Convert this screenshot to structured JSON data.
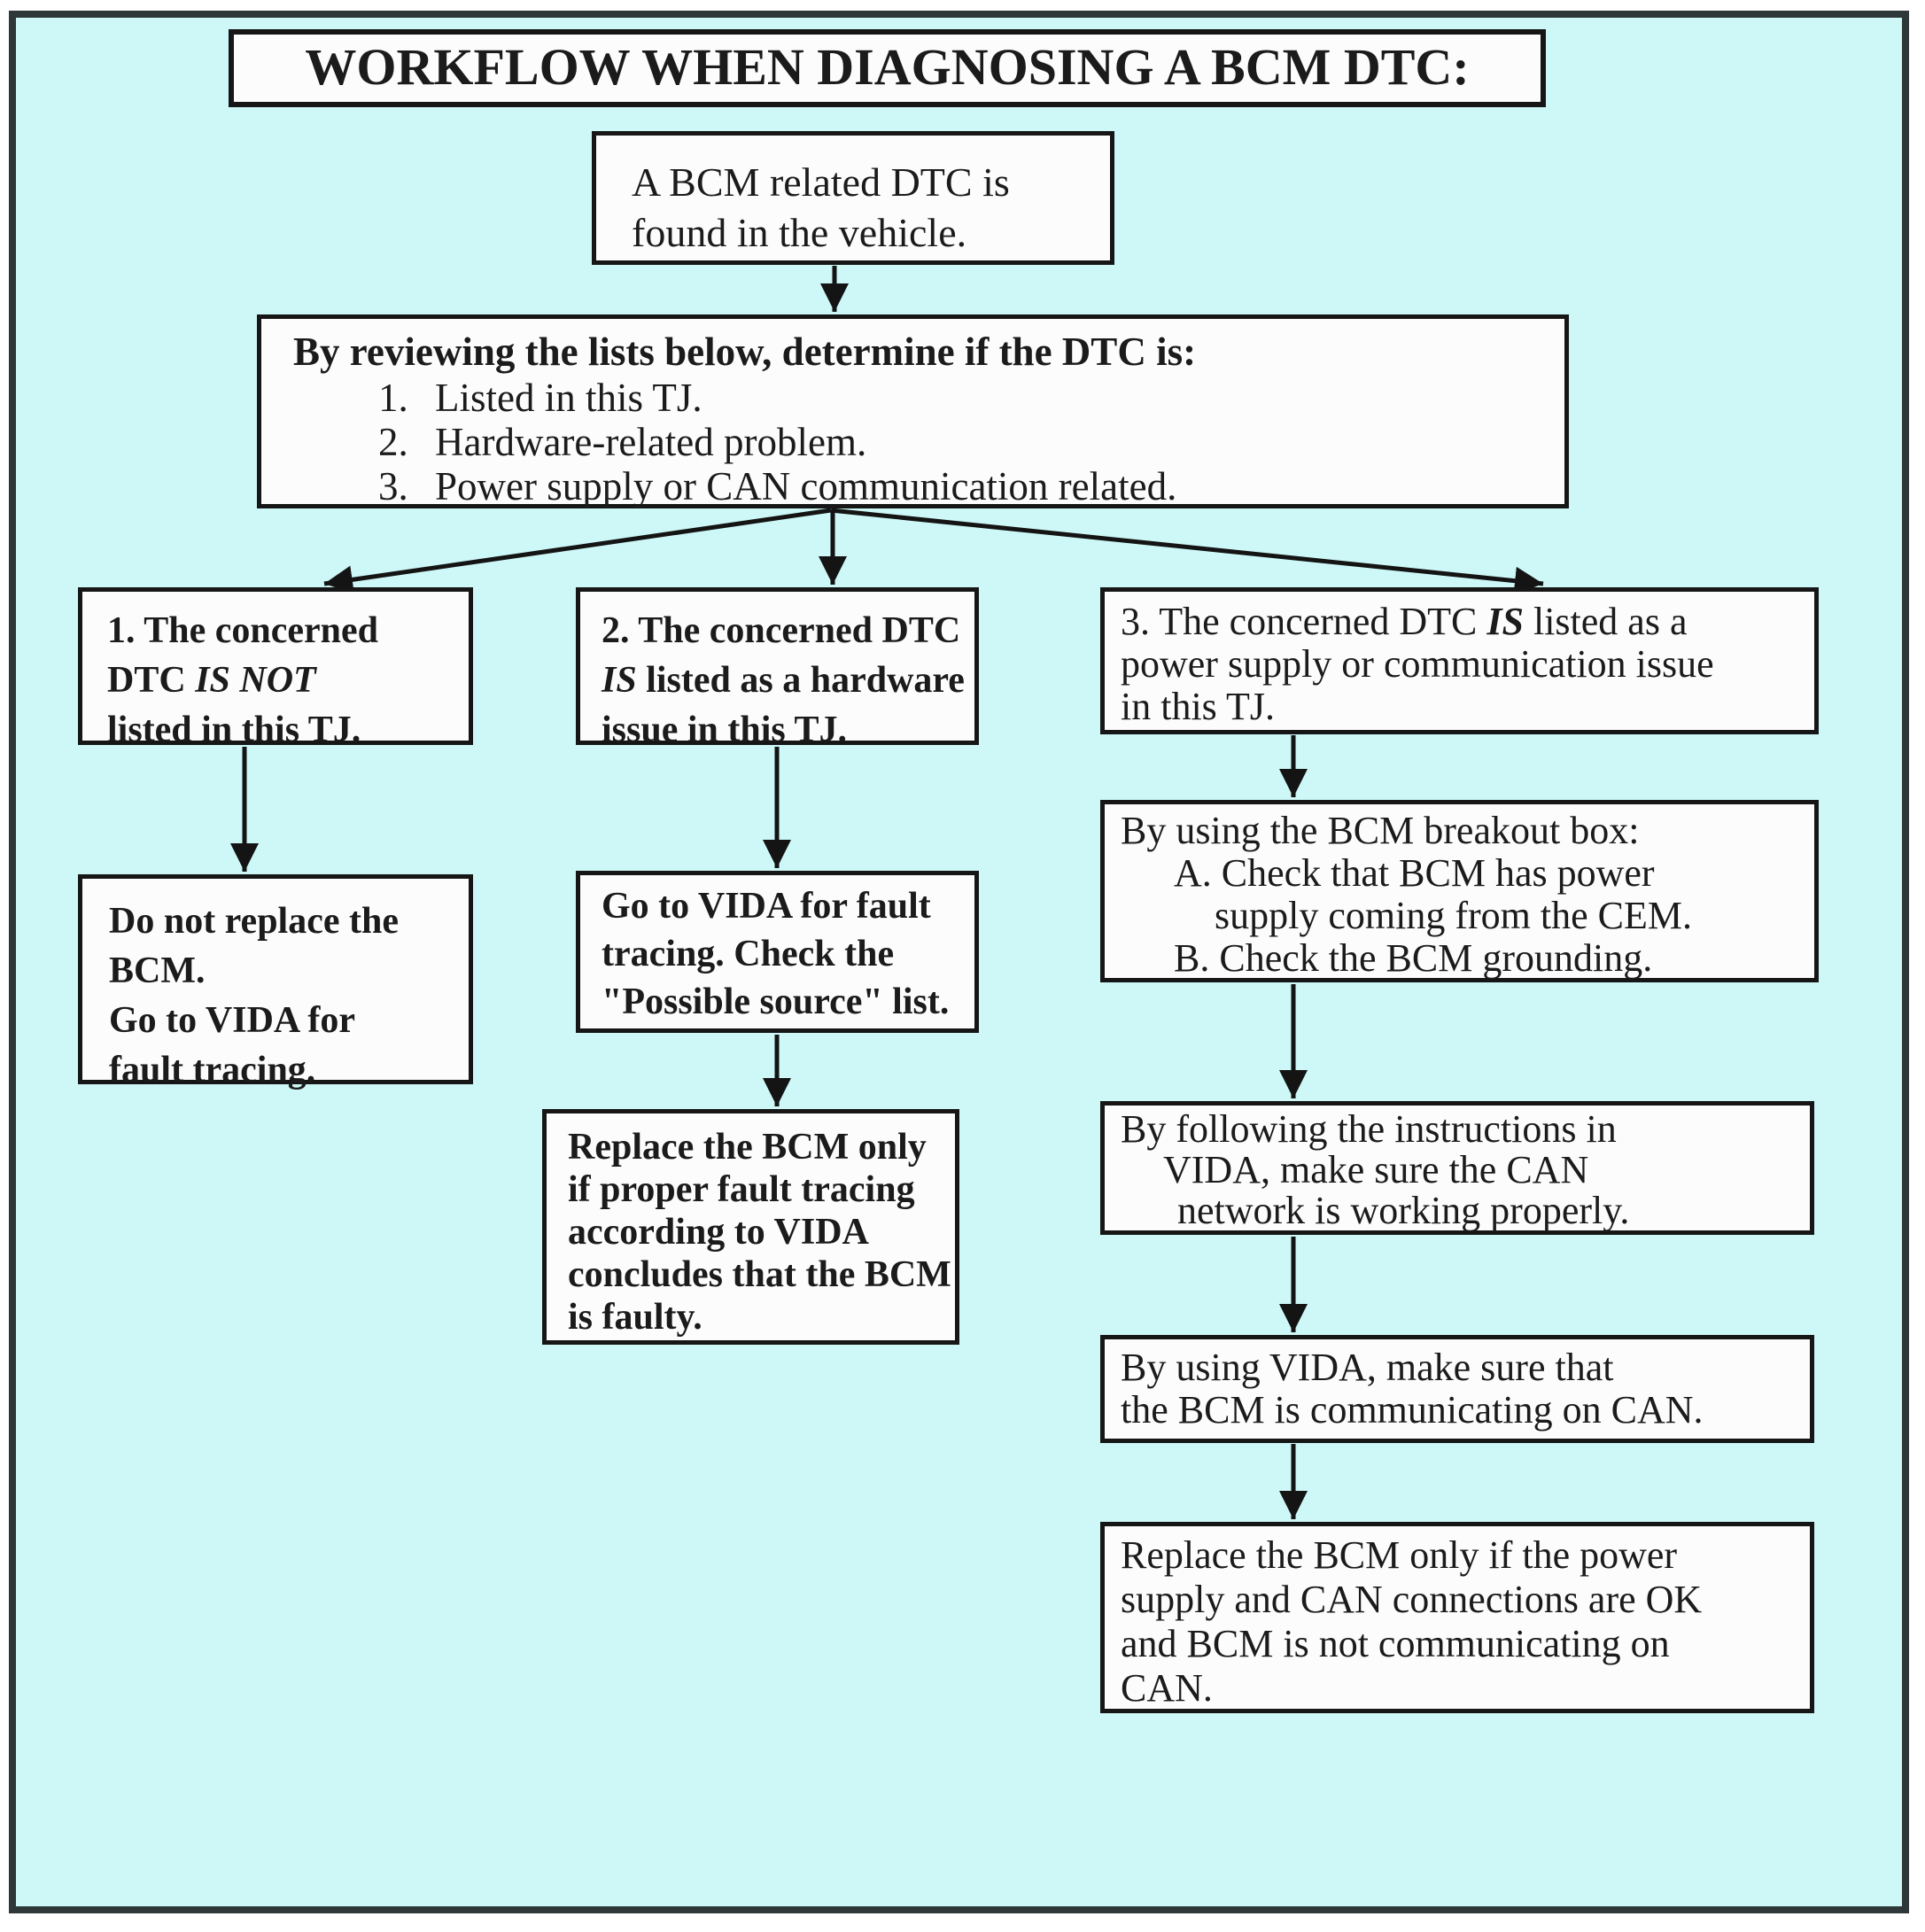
{
  "title": "WORKFLOW WHEN DIAGNOSING A BCM DTC:",
  "colors": {
    "canvas_background": "#cdf8f7",
    "box_fill": "#fcfcfc",
    "box_border": "#161616",
    "frame_border": "#2e3838",
    "text": "#1b1b1b"
  },
  "start": {
    "l1": "A BCM related DTC is",
    "l2": "found in the vehicle."
  },
  "decision": {
    "header": "By reviewing the lists below, determine if the DTC is:",
    "item1": {
      "num": "1.",
      "text": "Listed in this TJ."
    },
    "item2": {
      "num": "2.",
      "text": "Hardware-related problem."
    },
    "item3": {
      "num": "3.",
      "text": "Power supply or CAN communication related."
    }
  },
  "branch1": {
    "cond": {
      "l1": "1. The concerned",
      "l2a": "DTC ",
      "l2b": "IS NOT",
      "l3": "listed in this TJ."
    },
    "action": {
      "l1": "Do not replace the",
      "l2": "BCM.",
      "l3": "Go to VIDA for",
      "l4": "fault tracing."
    }
  },
  "branch2": {
    "cond": {
      "l1": "2. The concerned DTC",
      "l2a": "IS",
      "l2b": " listed as a hardware",
      "l3": "issue in this TJ."
    },
    "step1": {
      "l1": "Go to VIDA for fault",
      "l2": "tracing. Check the",
      "l3": "\"Possible source\" list."
    },
    "step2": {
      "l1": "Replace the BCM only",
      "l2": "if proper fault tracing",
      "l3": "according to VIDA",
      "l4": "concludes that the BCM",
      "l5": "is faulty."
    }
  },
  "branch3": {
    "cond": {
      "l1a": "3. The concerned DTC ",
      "l1b": "IS",
      "l1c": " listed as a",
      "l2": "power supply or communication issue",
      "l3": "in this TJ."
    },
    "step1": {
      "l1": "By using the BCM breakout box:",
      "l2": "A. Check that BCM has power",
      "l3": "supply coming from the CEM.",
      "l4": "B. Check the BCM grounding."
    },
    "step2": {
      "l1": "By following the instructions in",
      "l2": "VIDA, make sure the CAN",
      "l3": "network is working properly."
    },
    "step3": {
      "l1": "By using VIDA, make sure that",
      "l2": "the BCM is communicating on CAN."
    },
    "step4": {
      "l1": "Replace the BCM only if the power",
      "l2": "supply and CAN connections are OK",
      "l3": "and BCM is not communicating on",
      "l4": "CAN."
    }
  }
}
